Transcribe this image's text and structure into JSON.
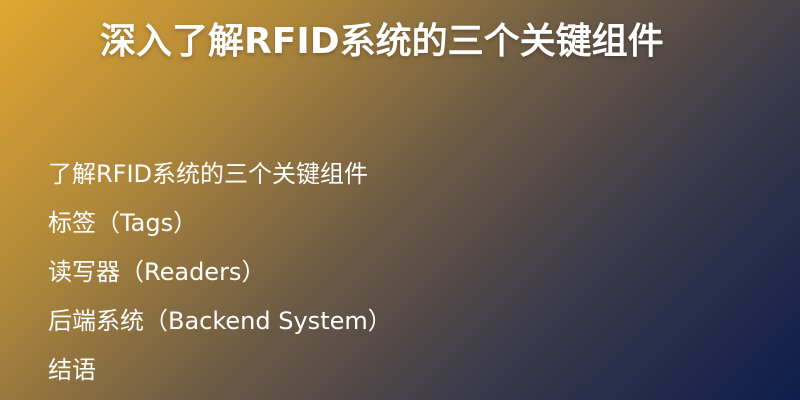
{
  "slide": {
    "title": "深入了解RFID系统的三个关键组件",
    "items": [
      "了解RFID系统的三个关键组件",
      "标签（Tags）",
      "读写器（Readers）",
      "后端系统（Backend System）",
      "结语"
    ]
  }
}
